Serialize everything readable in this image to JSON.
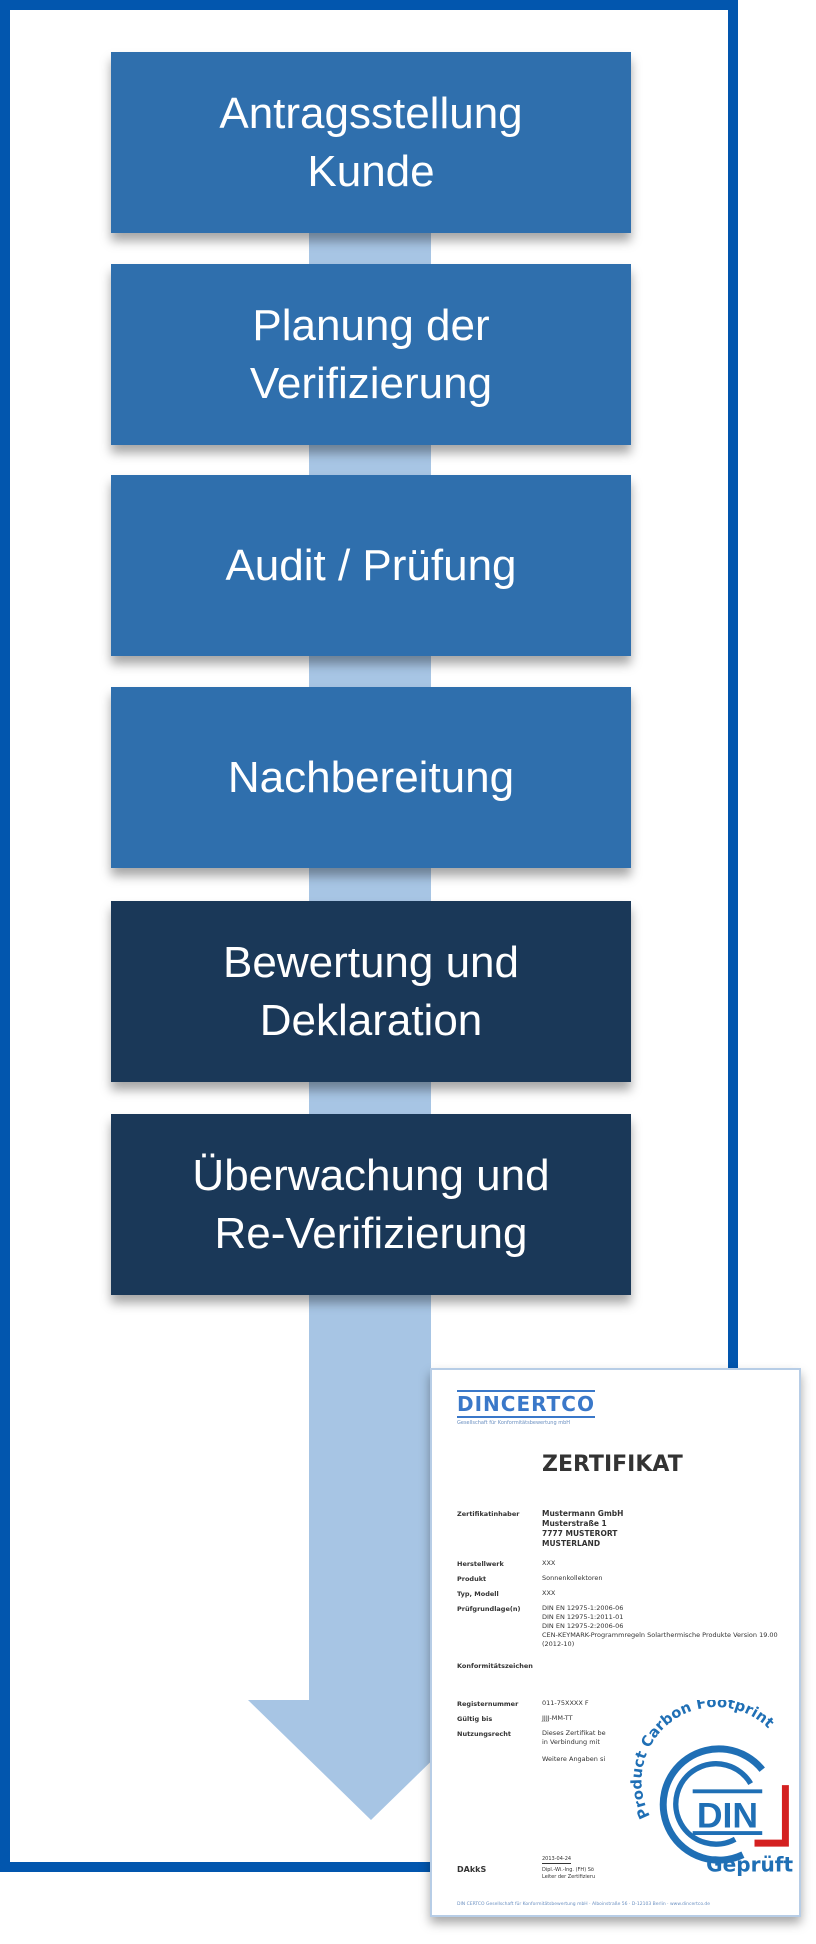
{
  "steps": [
    {
      "label": "Antragsstellung\nKunde",
      "color": "#2f6fad"
    },
    {
      "label": "Planung der\nVerifizierung",
      "color": "#2f6fad"
    },
    {
      "label": "Audit / Prüfung",
      "color": "#2f6fad"
    },
    {
      "label": "Nachbereitung",
      "color": "#2f6fad"
    },
    {
      "label": "Bewertung und\nDeklaration",
      "color": "#1a3858"
    },
    {
      "label": "Überwachung und\nRe-Verifizierung",
      "color": "#1a3858"
    }
  ],
  "certificate": {
    "logo": "DINCERTCO",
    "logo_sub": "Gesellschaft für Konformitätsbewertung mbH",
    "title": "ZERTIFIKAT",
    "rows": [
      {
        "label": "Zertifikatinhaber",
        "value": "Mustermann GmbH\nMusterstraße 1\n7777 MUSTERORT\nMUSTERLAND"
      },
      {
        "label": "Herstellwerk",
        "value": "XXX"
      },
      {
        "label": "Produkt",
        "value": "Sonnenkollektoren"
      },
      {
        "label": "Typ, Modell",
        "value": "XXX"
      },
      {
        "label": "Prüfgrundlage(n)",
        "value": "DIN EN 12975-1:2006-06\nDIN EN 12975-1:2011-01\nDIN EN 12975-2:2006-06\nCEN-KEYMARK-Programmregeln Solarthermische Produkte Version 19.00 (2012-10)"
      },
      {
        "label": "Konformitätszeichen",
        "value": ""
      },
      {
        "label": "Registernummer",
        "value": "011-75XXXX F"
      },
      {
        "label": "Gültig bis",
        "value": "JJJJ-MM-TT"
      },
      {
        "label": "Nutzungsrecht",
        "value": "Dieses Zertifikat be\nin Verbindung mit"
      }
    ],
    "more": "Weitere Angaben si",
    "date": "2013-04-24",
    "signer": "Dipl.-Wi.-Ing. (FH) Sö\nLeiter der Zertifizieru",
    "dakks": "DAkkS",
    "footer": "DIN CERTCO Gesellschaft für Konformitätsbewertung mbH · Alboinstraße 56 · D-12103 Berlin · www.dincertco.de",
    "seal": {
      "ring_text": "Product Carbon Footprint",
      "center": "DIN",
      "bottom": "Geprüft",
      "colors": {
        "blue": "#1f6fb5",
        "red": "#d42020"
      }
    }
  }
}
